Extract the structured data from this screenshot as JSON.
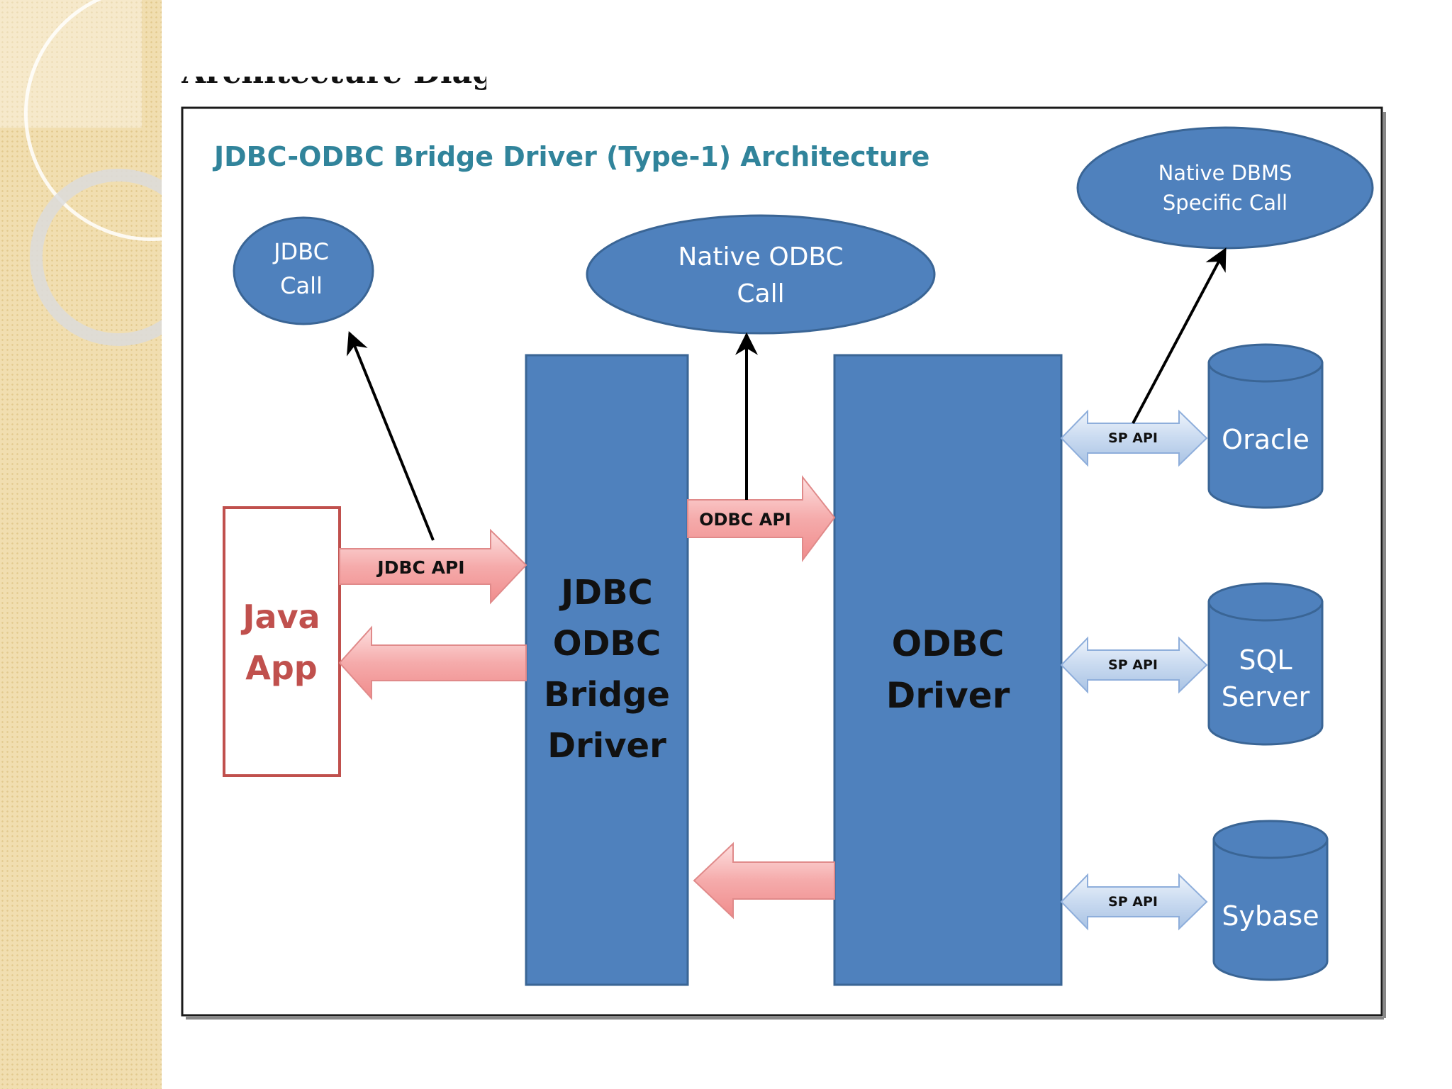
{
  "heading_fragment": "Architecture Diagram:",
  "diagram": {
    "title": "JDBC-ODBC Bridge Driver (Type-1) Architecture",
    "java_app": [
      "Java",
      "App"
    ],
    "jdbc_call": [
      "JDBC",
      "Call"
    ],
    "native_odbc_call": [
      "Native ODBC",
      "Call"
    ],
    "native_dbms_call": [
      "Native DBMS",
      "Specific Call"
    ],
    "bridge_driver": [
      "JDBC",
      "ODBC",
      "Bridge",
      "Driver"
    ],
    "odbc_driver": [
      "ODBC",
      "Driver"
    ],
    "jdbc_api": "JDBC API",
    "odbc_api": "ODBC API",
    "sp_api": "SP API",
    "databases": {
      "oracle": [
        "Oracle"
      ],
      "sql_server": [
        "SQL",
        "Server"
      ],
      "sybase": [
        "Sybase"
      ]
    }
  },
  "colors": {
    "blue_fill": "#4f81bd",
    "blue_stroke": "#3a6595",
    "title_teal": "#31849b",
    "java_red": "#c0504d",
    "pink_arrow": "#f2a0a0",
    "light_blue_arrow": "#c6d9f1"
  }
}
